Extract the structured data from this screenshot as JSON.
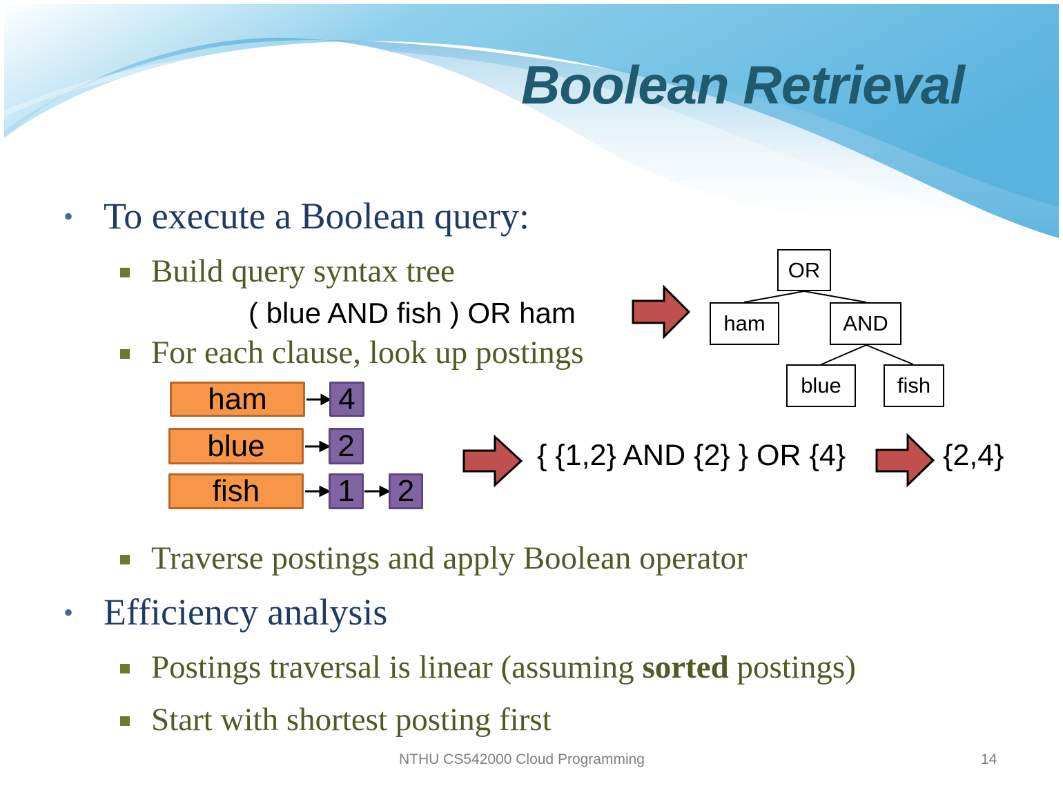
{
  "slide": {
    "title": "Boolean Retrieval",
    "bullets": [
      {
        "text": "To execute a Boolean query:"
      },
      {
        "text": "Efficiency analysis"
      }
    ],
    "sub_bullets": {
      "build": "Build query syntax tree",
      "query": "( blue AND fish ) OR ham",
      "lookup": "For each clause, look up postings",
      "traverse": "Traverse postings and apply Boolean operator",
      "linear_pre": "Postings traversal is linear (assuming ",
      "linear_bold": "sorted",
      "linear_post": " postings)",
      "shortest": "Start with shortest posting first"
    },
    "tree": {
      "root": "OR",
      "left": "ham",
      "right": "AND",
      "and_left": "blue",
      "and_right": "fish"
    },
    "postings": [
      {
        "term": "ham",
        "docs": [
          "4"
        ]
      },
      {
        "term": "blue",
        "docs": [
          "2"
        ]
      },
      {
        "term": "fish",
        "docs": [
          "1",
          "2"
        ]
      }
    ],
    "evaluation": "{ {1,2} AND {2} } OR {4}",
    "result": "{2,4}",
    "footer": "NTHU CS542000 Cloud Programming",
    "page_number": "14",
    "colors": {
      "title": "#1f5a6e",
      "term": "#f79646",
      "posting": "#8064a2",
      "arrow": "#c0504d"
    }
  }
}
